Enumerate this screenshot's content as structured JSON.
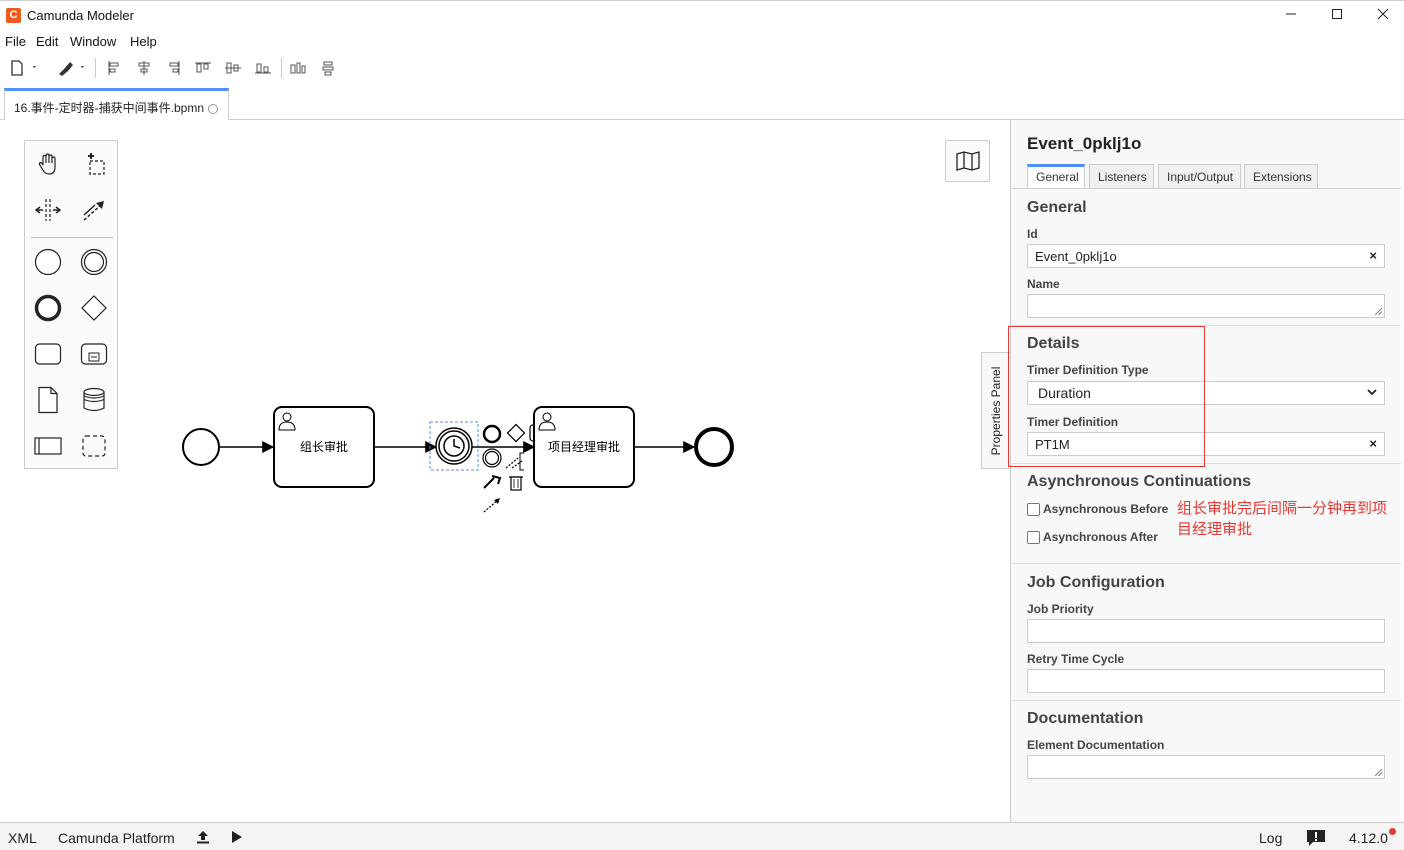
{
  "app": {
    "title": "Camunda Modeler",
    "logo_glyph": "C"
  },
  "window_controls": {
    "minimize": "—",
    "maximize": "☐",
    "close": "✕"
  },
  "menu": [
    "File",
    "Edit",
    "Window",
    "Help"
  ],
  "tab": {
    "filename": "16.事件-定时器-捕获中间事件.bpmn"
  },
  "diagram": {
    "task1_label": "组长审批",
    "task2_label": "项目经理审批"
  },
  "properties_toggle": "Properties Panel",
  "panel": {
    "element_id": "Event_0pklj1o",
    "tabs": [
      "General",
      "Listeners",
      "Input/Output",
      "Extensions"
    ],
    "general": {
      "title": "General",
      "id_label": "Id",
      "id_value": "Event_0pklj1o",
      "name_label": "Name",
      "name_value": ""
    },
    "details": {
      "title": "Details",
      "timer_type_label": "Timer Definition Type",
      "timer_type_value": "Duration",
      "timer_def_label": "Timer Definition",
      "timer_def_value": "PT1M"
    },
    "async": {
      "title": "Asynchronous Continuations",
      "before_label": "Asynchronous Before",
      "after_label": "Asynchronous After"
    },
    "job": {
      "title": "Job Configuration",
      "priority_label": "Job Priority",
      "retry_label": "Retry Time Cycle"
    },
    "documentation": {
      "title": "Documentation",
      "element_doc_label": "Element Documentation"
    },
    "clear_glyph": "×",
    "annotation": "组长审批完后间隔一分钟再到项目经理审批"
  },
  "status": {
    "xml": "XML",
    "platform": "Camunda Platform",
    "log": "Log",
    "version": "4.12.0"
  },
  "colors": {
    "accent": "#4d90fe",
    "annotation": "#e53935",
    "logo": "#f05a1d"
  }
}
